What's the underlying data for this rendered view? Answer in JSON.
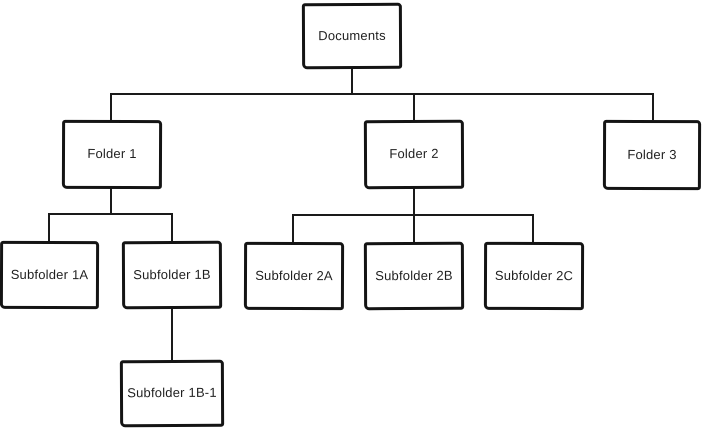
{
  "diagram": {
    "type": "tree",
    "nodes": {
      "documents": {
        "label": "Documents"
      },
      "folder1": {
        "label": "Folder 1"
      },
      "folder2": {
        "label": "Folder 2"
      },
      "folder3": {
        "label": "Folder 3"
      },
      "subfolder1a": {
        "label": "Subfolder 1A"
      },
      "subfolder1b": {
        "label": "Subfolder 1B"
      },
      "subfolder1b1": {
        "label": "Subfolder 1B-1"
      },
      "subfolder2a": {
        "label": "Subfolder 2A"
      },
      "subfolder2b": {
        "label": "Subfolder 2B"
      },
      "subfolder2c": {
        "label": "Subfolder 2C"
      }
    },
    "tree": {
      "label": "Documents",
      "children": [
        {
          "label": "Folder 1",
          "children": [
            {
              "label": "Subfolder 1A",
              "children": []
            },
            {
              "label": "Subfolder 1B",
              "children": [
                {
                  "label": "Subfolder 1B-1",
                  "children": []
                }
              ]
            }
          ]
        },
        {
          "label": "Folder 2",
          "children": [
            {
              "label": "Subfolder 2A",
              "children": []
            },
            {
              "label": "Subfolder 2B",
              "children": []
            },
            {
              "label": "Subfolder 2C",
              "children": []
            }
          ]
        },
        {
          "label": "Folder 3",
          "children": []
        }
      ]
    },
    "colors": {
      "line": "#1a1a1a",
      "box_border": "#141414",
      "box_fill": "#ffffff",
      "text": "#1f1f1f",
      "background": "#ffffff"
    }
  }
}
